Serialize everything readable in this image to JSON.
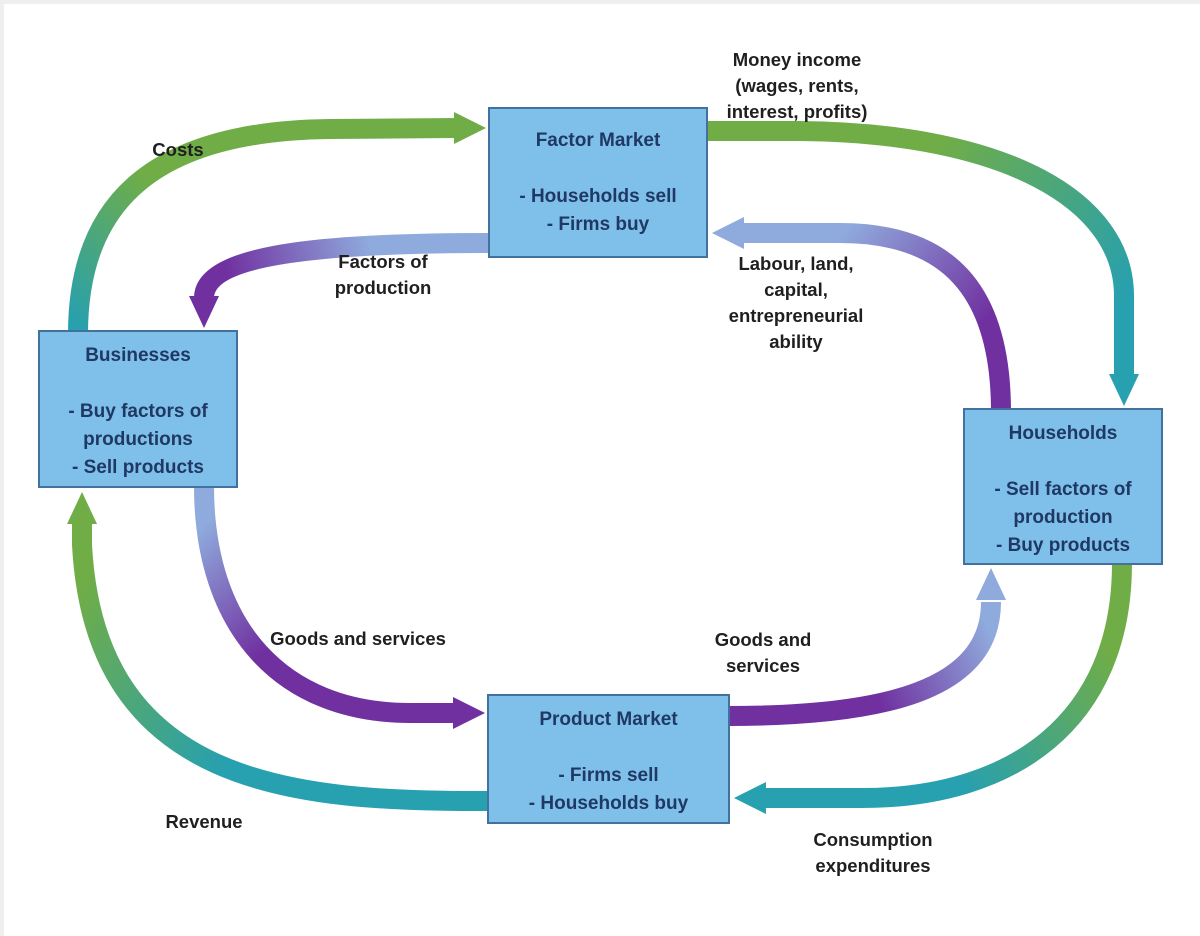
{
  "nodes": {
    "factor_market": {
      "title": "Factor Market",
      "body": "- Households sell\n- Firms buy"
    },
    "businesses": {
      "title": "Businesses",
      "body": "- Buy factors of productions\n- Sell products"
    },
    "households": {
      "title": "Households",
      "body": "- Sell factors of production\n- Buy products"
    },
    "product_market": {
      "title": "Product Market",
      "body": "- Firms sell\n- Households buy"
    }
  },
  "edges": {
    "costs": {
      "label": "Costs",
      "from": "Businesses",
      "to": "Factor Market"
    },
    "money_income": {
      "label": "Money income\n(wages, rents,\ninterest, profits)",
      "from": "Factor Market",
      "to": "Households"
    },
    "labour": {
      "label": "Labour, land,\ncapital,\nentrepreneurial\nability",
      "from": "Households",
      "to": "Factor Market"
    },
    "factors_of_production": {
      "label": "Factors of\nproduction",
      "from": "Factor Market",
      "to": "Businesses"
    },
    "goods_services_left": {
      "label": "Goods and services",
      "from": "Businesses",
      "to": "Product Market"
    },
    "goods_services_right": {
      "label": "Goods and\nservices",
      "from": "Product Market",
      "to": "Households"
    },
    "consumption": {
      "label": "Consumption\nexpenditures",
      "from": "Households",
      "to": "Product Market"
    },
    "revenue": {
      "label": "Revenue",
      "from": "Product Market",
      "to": "Businesses"
    }
  },
  "colors": {
    "green": "#70AD47",
    "teal": "#27A0AF",
    "purple": "#7030A0",
    "lavender": "#8FAADC",
    "node_fill": "#7FC0EA",
    "node_border": "#41719C",
    "node_text": "#1F3864",
    "label_text": "#1F1F1F"
  }
}
